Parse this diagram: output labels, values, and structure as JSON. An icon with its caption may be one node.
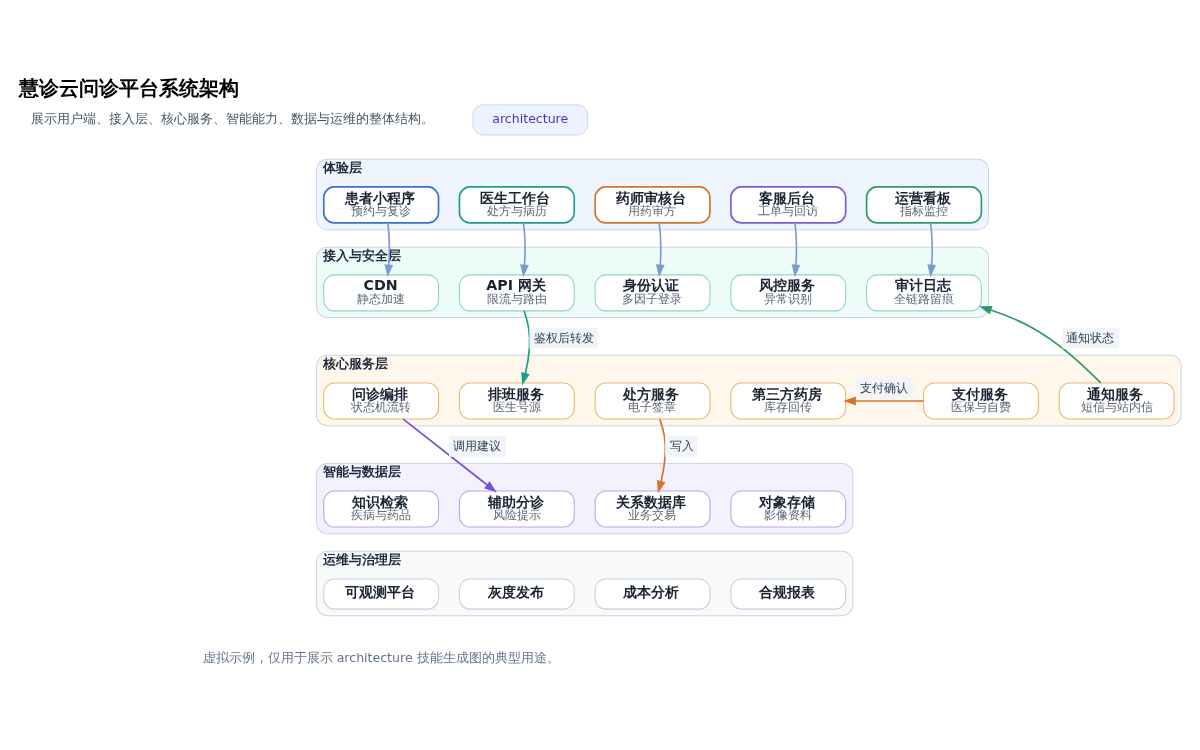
{
  "diagram": {
    "title": "慧诊云问诊平台系统架构",
    "caption": "虚拟示例，仅用于展示 architecture 技能生成图的典型用途。",
    "nodes": [
      {
        "text": [
          "体验层"
        ]
      },
      {
        "text": [
          "患者小程序",
          "预约与复诊"
        ],
        "in": 0
      },
      {
        "text": [
          "医生工作台",
          "处方与病历"
        ],
        "in": 0
      },
      {
        "text": [
          "药师审核台",
          "用药审方"
        ],
        "in": 0
      },
      {
        "text": [
          "客服后台",
          "工单与回访"
        ],
        "in": 0
      },
      {
        "text": [
          "运营看板",
          "指标监控"
        ],
        "in": 0
      },
      {
        "text": [
          "接入与安全层"
        ]
      },
      {
        "text": [
          "CDN",
          "静态加速"
        ],
        "in": 6
      },
      {
        "text": [
          "API 网关",
          "限流与路由"
        ],
        "in": 6
      },
      {
        "text": [
          "身份认证",
          "多因子登录"
        ],
        "in": 6
      },
      {
        "text": [
          "风控服务",
          "异常识别"
        ],
        "in": 6
      },
      {
        "text": [
          "审计日志",
          "全链路留痕"
        ],
        "in": 6
      },
      {
        "text": [
          "核心服务层"
        ]
      },
      {
        "text": [
          "问诊编排",
          "状态机流转"
        ],
        "in": 12
      },
      {
        "text": [
          "排班服务",
          "医生号源"
        ],
        "in": 12
      },
      {
        "text": [
          "处方服务",
          "电子签章"
        ],
        "in": 12
      },
      {
        "text": [
          "支付服务",
          "医保与自费"
        ],
        "in": 12
      },
      {
        "text": [
          "通知服务",
          "短信与站内信"
        ],
        "in": 12
      },
      {
        "text": [
          "第三方药房",
          "库存回传"
        ],
        "in": 12
      },
      {
        "text": [
          "智能与数据层"
        ]
      },
      {
        "text": [
          "知识检索",
          "疾病与药品"
        ],
        "in": 19
      },
      {
        "text": [
          "辅助分诊",
          "风险提示"
        ],
        "in": 19
      },
      {
        "text": [
          "关系数据库",
          "业务交易"
        ],
        "in": 19
      },
      {
        "text": [
          "对象存储",
          "影像资料"
        ],
        "in": 19
      },
      {
        "text": [
          "运维与治理层"
        ]
      },
      {
        "text": [
          "可观测平台"
        ],
        "in": 24
      },
      {
        "text": [
          "灰度发布"
        ],
        "in": 24
      },
      {
        "text": [
          "成本分析"
        ],
        "in": 24
      },
      {
        "text": [
          "合规报表"
        ],
        "in": 24
      }
    ],
    "edges": [
      {
        "from": 1,
        "to": 7,
        "arrow": "to"
      },
      {
        "from": 2,
        "to": 8,
        "arrow": "to"
      },
      {
        "from": 3,
        "to": 9,
        "arrow": "to"
      },
      {
        "from": 4,
        "to": 10,
        "arrow": "to"
      },
      {
        "from": 5,
        "to": 11,
        "arrow": "to"
      },
      {
        "from": 8,
        "to": 14,
        "arrow": "to",
        "label": "鉴权后转发",
        "color": "#1f9c8a"
      },
      {
        "from": 13,
        "to": 21,
        "arrow": "to",
        "label": "调用建议",
        "color": "#7b52d6"
      },
      {
        "from": 15,
        "to": 22,
        "arrow": "to",
        "label": "写入",
        "color": "#d9722d"
      },
      {
        "from": 16,
        "to": 18,
        "arrow": "to",
        "label": "支付确认",
        "color": "#d9722d"
      },
      {
        "from": 17,
        "to": 11,
        "arrow": "to",
        "label": "通知状态",
        "color": "#2e9a66"
      }
    ],
    "labels": [
      "展示用户端、接入层、核心服务、智能能力、数据与运维的整体结构。",
      "architecture"
    ]
  }
}
